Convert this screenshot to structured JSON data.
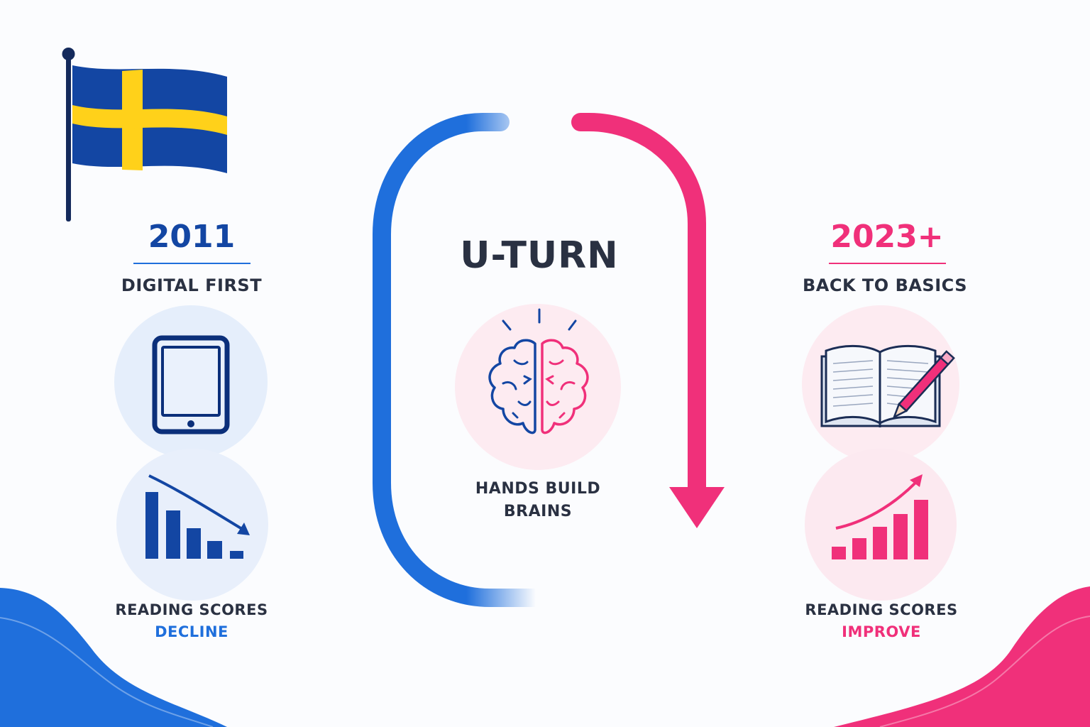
{
  "colors": {
    "blue": "#1f6fdc",
    "navy": "#0b2f7a",
    "pink": "#f0307a",
    "text": "#2a3142",
    "flag_blue": "#1346a3",
    "flag_yellow": "#ffd11a"
  },
  "left": {
    "year": "2011",
    "heading": "DIGITAL FIRST",
    "icon_top": "tablet-icon",
    "icon_bottom": "declining-bar-chart-icon",
    "caption_line1": "READING SCORES",
    "caption_line2": "DECLINE"
  },
  "center": {
    "title": "U-TURN",
    "icon": "brain-icon",
    "caption_line1": "HANDS BUILD",
    "caption_line2": "BRAINS"
  },
  "right": {
    "year": "2023+",
    "heading": "BACK TO BASICS",
    "icon_top": "open-book-pencil-icon",
    "icon_bottom": "rising-bar-chart-icon",
    "caption_line1": "READING SCORES",
    "caption_line2": "IMPROVE"
  },
  "decor": {
    "flag": "sweden-flag-icon"
  }
}
